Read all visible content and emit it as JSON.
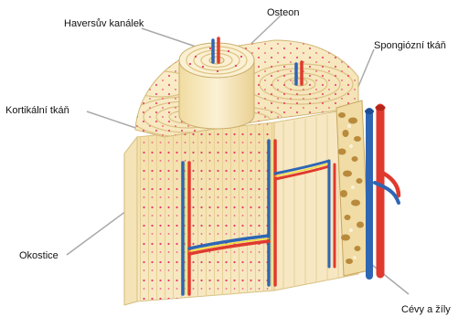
{
  "labels": {
    "haversian_canal": "Haversův kanálek",
    "osteon": "Osteon",
    "spongy_tissue": "Spongiózní tkáň",
    "cortical_tissue": "Kortikální tkáň",
    "periosteum": "Okostice",
    "vessels": "Cévy a žíly"
  },
  "colors": {
    "bone": "#f6e7be",
    "bone_dark": "#e9d49c",
    "pink_dot": "#e9356d",
    "artery": "#e03a2e",
    "vein": "#2f66b3",
    "nerve": "#f2dc2c",
    "spongy_spot": "#b98a3c",
    "leader_line": "#a9a9a9"
  }
}
